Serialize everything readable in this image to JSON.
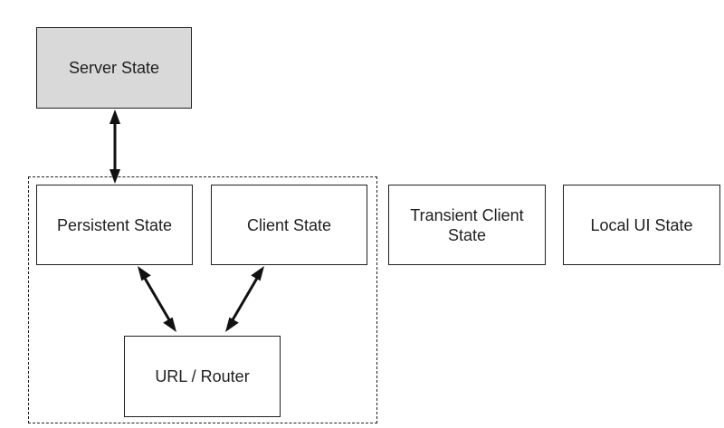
{
  "nodes": {
    "server_state": "Server State",
    "persistent_state": "Persistent State",
    "client_state": "Client State",
    "transient_client_state": "Transient Client State",
    "local_ui_state": "Local UI State",
    "url_router": "URL / Router"
  },
  "colors": {
    "server_fill": "#d9d9d9",
    "node_fill": "#ffffff",
    "stroke": "#1f1f1f"
  },
  "connections": [
    {
      "from": "server_state",
      "to": "persistent_state",
      "arrows": "both"
    },
    {
      "from": "persistent_state",
      "to": "url_router",
      "arrows": "both"
    },
    {
      "from": "client_state",
      "to": "url_router",
      "arrows": "both"
    }
  ]
}
